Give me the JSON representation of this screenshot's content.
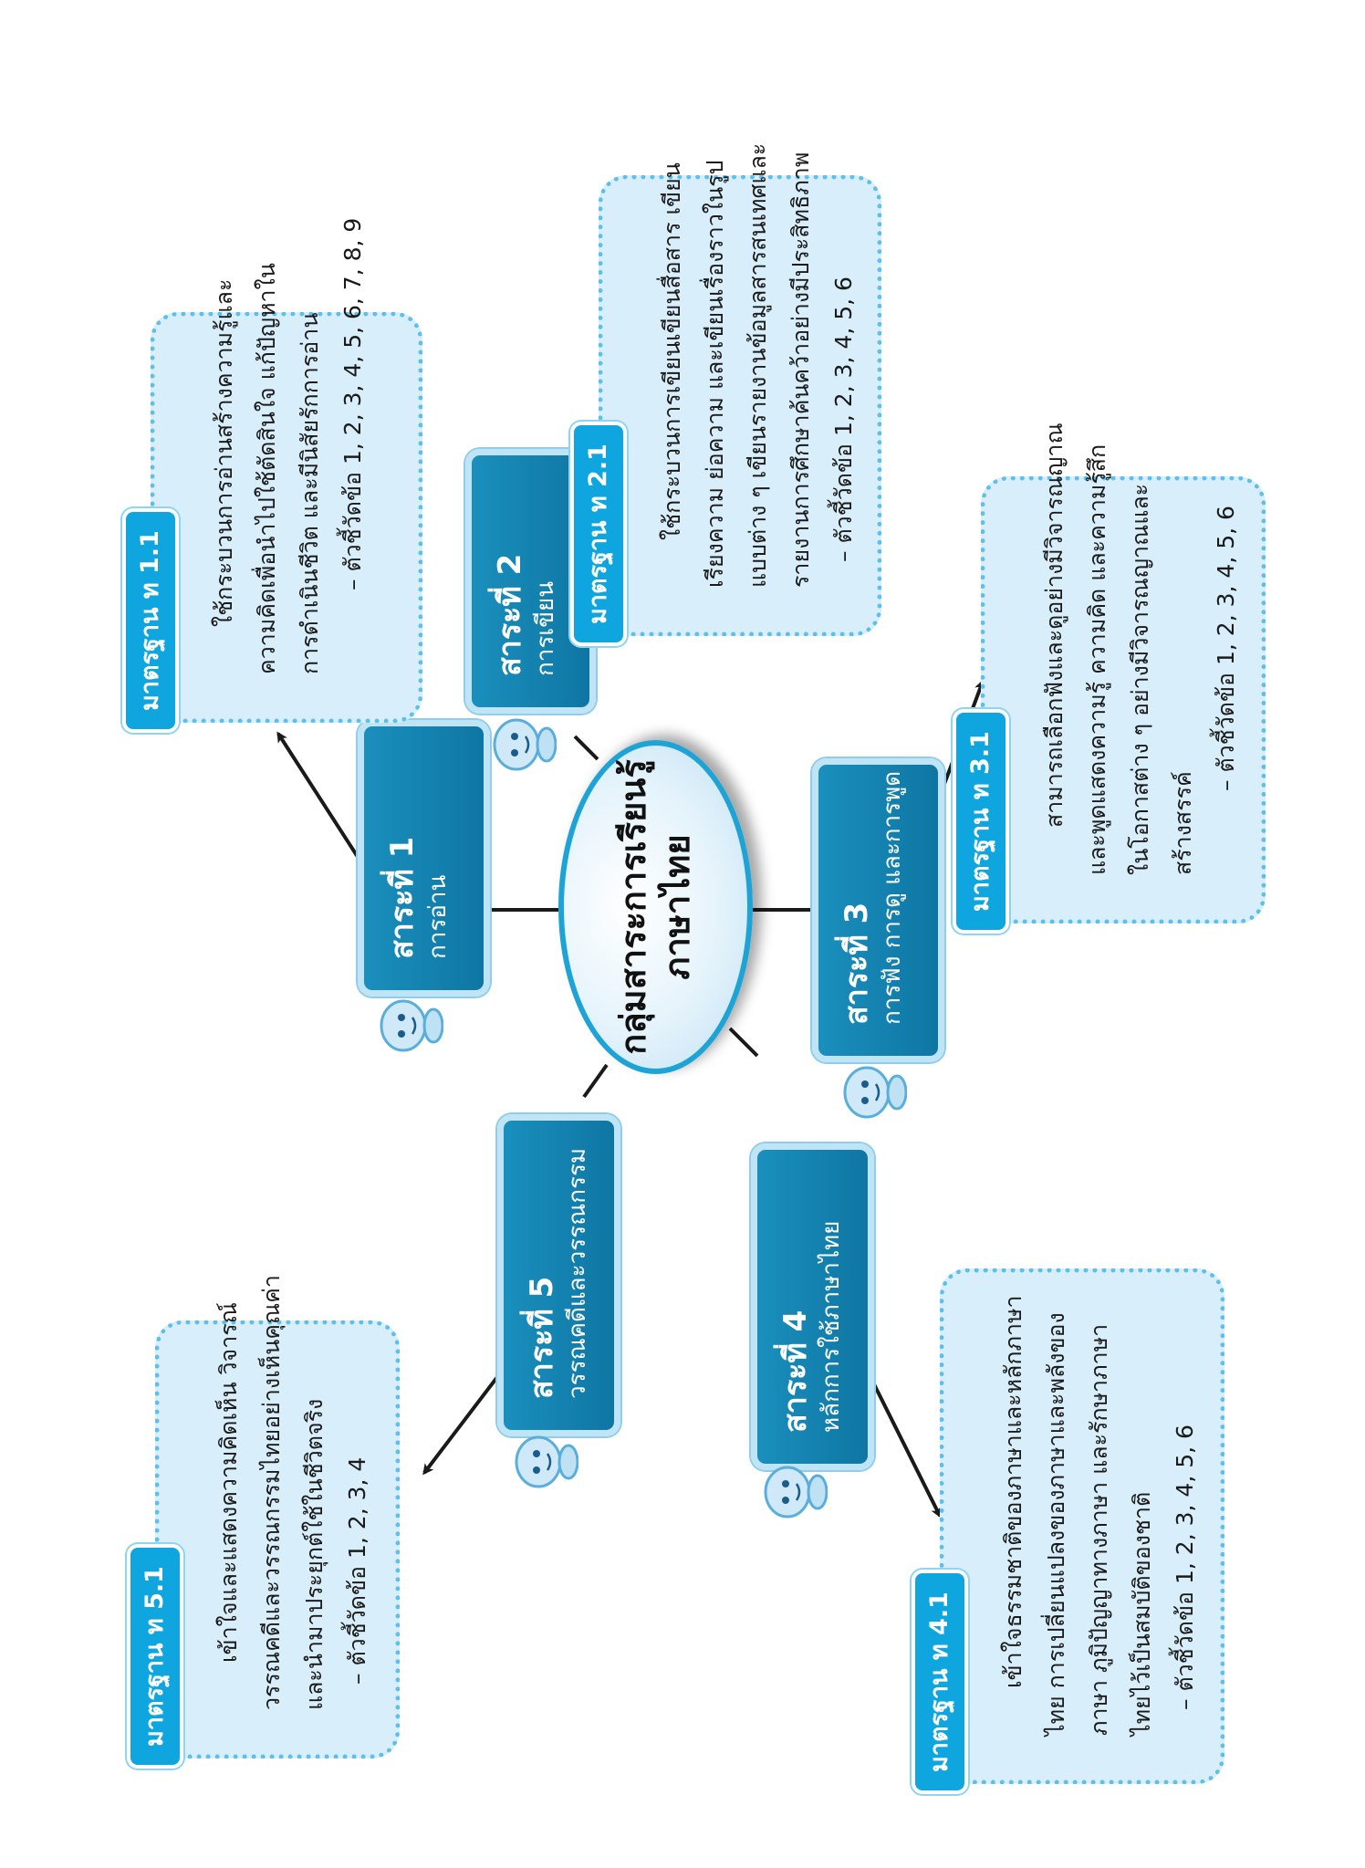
{
  "center": {
    "line1": "กลุ่มสาระการเรียนรู้",
    "line2": "ภาษาไทย"
  },
  "strands": [
    {
      "id": 1,
      "title": "สาระที่ 1",
      "subtitle": "การอ่าน"
    },
    {
      "id": 2,
      "title": "สาระที่ 2",
      "subtitle": "การเขียน"
    },
    {
      "id": 3,
      "title": "สาระที่ 3",
      "subtitle": "การฟัง การดู และการพูด"
    },
    {
      "id": 4,
      "title": "สาระที่ 4",
      "subtitle": "หลักการใช้ภาษาไทย"
    },
    {
      "id": 5,
      "title": "สาระที่ 5",
      "subtitle": "วรรณคดีและวรรณกรรม"
    }
  ],
  "standards": [
    {
      "tag": "มาตรฐาน ท 1.1",
      "lines": [
        "ใช้กระบวนการอ่านสร้างความรู้และ",
        "ความคิดเพื่อนำไปใช้ตัดสินใจ แก้ปัญหาใน",
        "การดำเนินชีวิต และมีนิสัยรักการอ่าน",
        "– ตัวชี้วัดข้อ 1, 2, 3, 4, 5, 6, 7, 8, 9"
      ]
    },
    {
      "tag": "มาตรฐาน ท 2.1",
      "lines": [
        "ใช้กระบวนการเขียนเขียนสื่อสาร เขียน",
        "เรียงความ ย่อความ และเขียนเรื่องราวในรูป",
        "แบบต่าง ๆ เขียนรายงานข้อมูลสารสนเทศและ",
        "รายงานการศึกษาค้นคว้าอย่างมีประสิทธิภาพ",
        "– ตัวชี้วัดข้อ 1, 2, 3, 4, 5, 6"
      ]
    },
    {
      "tag": "มาตรฐาน ท 3.1",
      "lines": [
        "สามารถเลือกฟังและดูอย่างมีวิจารณญาณ",
        "และพูดแสดงความรู้ ความคิด และความรู้สึก",
        "ในโอกาสต่าง ๆ อย่างมีวิจารณญาณและ",
        "สร้างสรรค์",
        "– ตัวชี้วัดข้อ 1, 2, 3, 4, 5, 6"
      ]
    },
    {
      "tag": "มาตรฐาน ท 4.1",
      "lines": [
        "เข้าใจธรรมชาติของภาษาและหลักภาษา",
        "ไทย การเปลี่ยนแปลงของภาษาและพลังของ",
        "ภาษา ภูมิปัญญาทางภาษา และรักษาภาษา",
        "ไทยไว้เป็นสมบัติของชาติ",
        "– ตัวชี้วัดข้อ 1, 2, 3, 4, 5, 6"
      ]
    },
    {
      "tag": "มาตรฐาน ท 5.1",
      "lines": [
        "เข้าใจและแสดงความคิดเห็น วิจารณ์",
        "วรรณคดีและวรรณกรรมไทยอย่างเห็นคุณค่า",
        "และนำมาประยุกต์ใช้ในชีวิตจริง",
        "– ตัวชี้วัดข้อ 1, 2, 3, 4"
      ]
    }
  ],
  "colors": {
    "strand_fill": "#1283b3",
    "tag_fill": "#0fa6df",
    "box_fill": "#d8eefa",
    "box_border": "#5cc0ea",
    "oval_border": "#1ea3d6",
    "connector": "#1a1a1a"
  }
}
